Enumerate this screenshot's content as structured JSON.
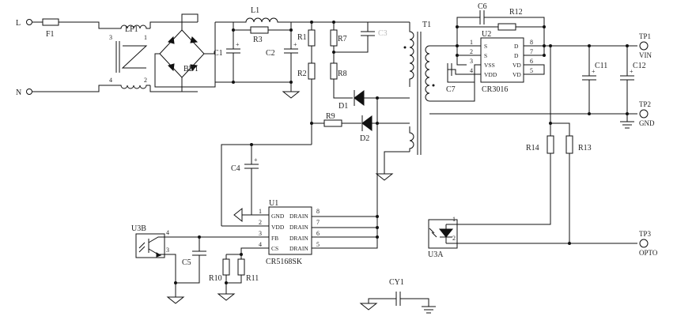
{
  "labels": {
    "L": "L",
    "N": "N",
    "F1": "F1",
    "LF1": "LF1",
    "BD1": "BD1",
    "L1": "L1",
    "R1": "R1",
    "R2": "R2",
    "R3": "R3",
    "R7": "R7",
    "R8": "R8",
    "R9": "R9",
    "R10": "R10",
    "R11": "R11",
    "R12": "R12",
    "R13": "R13",
    "R14": "R14",
    "C1": "C1",
    "C2": "C2",
    "C3": "C3",
    "C4": "C4",
    "C5": "C5",
    "C6": "C6",
    "C7": "C7",
    "C11": "C11",
    "C12": "C12",
    "CY1": "CY1",
    "D1": "D1",
    "D2": "D2",
    "T1": "T1",
    "U1": "U1",
    "U1_part": "CR5168SK",
    "U2": "U2",
    "U2_part": "CR3016",
    "U3A": "U3A",
    "U3B": "U3B",
    "TP1": "TP1",
    "VIN": "VIN",
    "TP2": "TP2",
    "GND": "GND",
    "TP3": "TP3",
    "OPTO": "OPTO"
  },
  "lf1_pins": [
    "3",
    "1",
    "4",
    "2"
  ],
  "u1": {
    "left_pins": [
      {
        "num": "1",
        "name": "GND"
      },
      {
        "num": "2",
        "name": "VDD"
      },
      {
        "num": "3",
        "name": "FB"
      },
      {
        "num": "4",
        "name": "CS"
      }
    ],
    "right_pins": [
      {
        "num": "8",
        "name": "DRAIN"
      },
      {
        "num": "7",
        "name": "DRAIN"
      },
      {
        "num": "6",
        "name": "DRAIN"
      },
      {
        "num": "5",
        "name": "DRAIN"
      }
    ]
  },
  "u2": {
    "left_pins": [
      {
        "num": "1",
        "name": "S"
      },
      {
        "num": "2",
        "name": "S"
      },
      {
        "num": "3",
        "name": "VSS"
      },
      {
        "num": "4",
        "name": "VDD"
      }
    ],
    "right_pins": [
      {
        "num": "8",
        "name": "D"
      },
      {
        "num": "7",
        "name": "D"
      },
      {
        "num": "6",
        "name": "VD"
      },
      {
        "num": "5",
        "name": "VD"
      }
    ]
  },
  "u3a_pins": [
    "1",
    "2"
  ],
  "u3b_pins": [
    "4",
    "3"
  ]
}
